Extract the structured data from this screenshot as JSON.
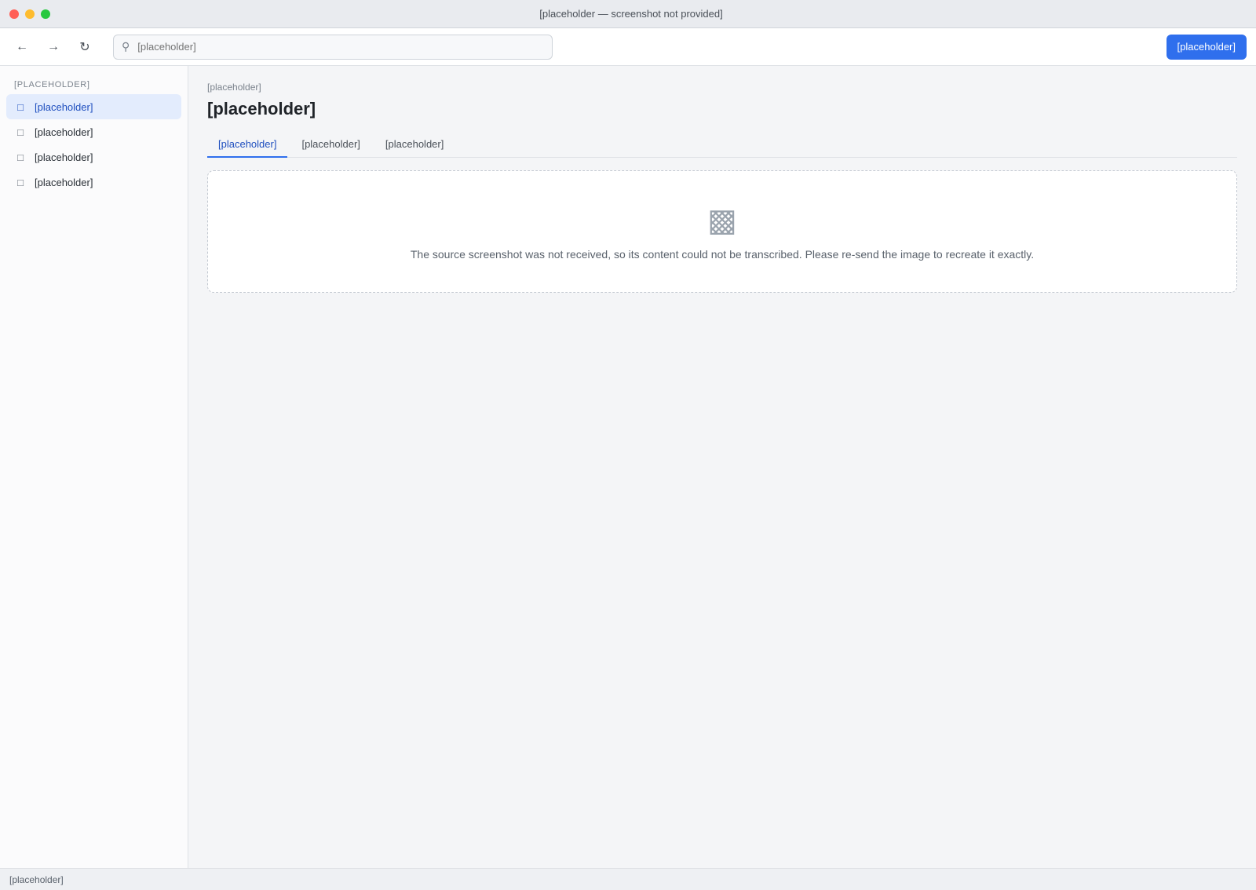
{
  "window": {
    "title": "[placeholder — screenshot not provided]"
  },
  "toolbar": {
    "search_placeholder": "[placeholder]",
    "primary_label": "[placeholder]"
  },
  "sidebar": {
    "heading": "[placeholder]",
    "items": [
      {
        "label": "[placeholder]"
      },
      {
        "label": "[placeholder]"
      },
      {
        "label": "[placeholder]"
      },
      {
        "label": "[placeholder]"
      }
    ]
  },
  "main": {
    "breadcrumb": "[placeholder]",
    "title": "[placeholder]",
    "tabs": [
      {
        "label": "[placeholder]"
      },
      {
        "label": "[placeholder]"
      },
      {
        "label": "[placeholder]"
      }
    ],
    "notice": "The source screenshot was not received, so its content could not be transcribed. Please re-send the image to recreate it exactly."
  },
  "status": {
    "text": "[placeholder]"
  },
  "icons": {
    "back": "back-icon",
    "forward": "forward-icon",
    "refresh": "refresh-icon",
    "search": "search-icon",
    "image_missing": "image-missing-icon"
  },
  "colors": {
    "accent": "#2f6fed"
  }
}
